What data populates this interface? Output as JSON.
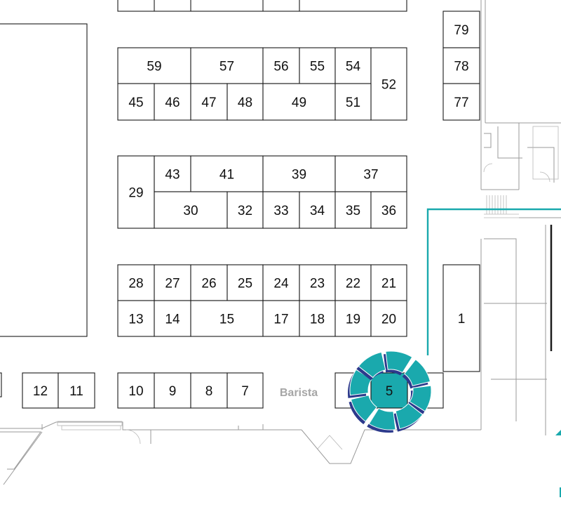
{
  "colors": {
    "booth_stroke": "#1a1a1a",
    "accent_teal": "#1aa9ad",
    "accent_navy": "#2c3a8c",
    "barista_text": "#a6a6a6",
    "wall": "#9a9a9a"
  },
  "booths": [
    {
      "label": "59"
    },
    {
      "label": "57"
    },
    {
      "label": "56"
    },
    {
      "label": "55"
    },
    {
      "label": "54"
    },
    {
      "label": "52"
    },
    {
      "label": "45"
    },
    {
      "label": "46"
    },
    {
      "label": "47"
    },
    {
      "label": "48"
    },
    {
      "label": "49"
    },
    {
      "label": "51"
    },
    {
      "label": "29"
    },
    {
      "label": "43"
    },
    {
      "label": "41"
    },
    {
      "label": "39"
    },
    {
      "label": "37"
    },
    {
      "label": "30"
    },
    {
      "label": "32"
    },
    {
      "label": "33"
    },
    {
      "label": "34"
    },
    {
      "label": "35"
    },
    {
      "label": "36"
    },
    {
      "label": "28"
    },
    {
      "label": "27"
    },
    {
      "label": "26"
    },
    {
      "label": "25"
    },
    {
      "label": "24"
    },
    {
      "label": "23"
    },
    {
      "label": "22"
    },
    {
      "label": "21"
    },
    {
      "label": "13"
    },
    {
      "label": "14"
    },
    {
      "label": "15"
    },
    {
      "label": "17"
    },
    {
      "label": "18"
    },
    {
      "label": "19"
    },
    {
      "label": "20"
    },
    {
      "label": "1"
    },
    {
      "label": "79"
    },
    {
      "label": "78"
    },
    {
      "label": "77"
    },
    {
      "label": "12"
    },
    {
      "label": "11"
    },
    {
      "label": "10"
    },
    {
      "label": "9"
    },
    {
      "label": "8"
    },
    {
      "label": "7"
    },
    {
      "label": "5",
      "highlight": true
    }
  ],
  "labels": {
    "barista": "Barista"
  }
}
